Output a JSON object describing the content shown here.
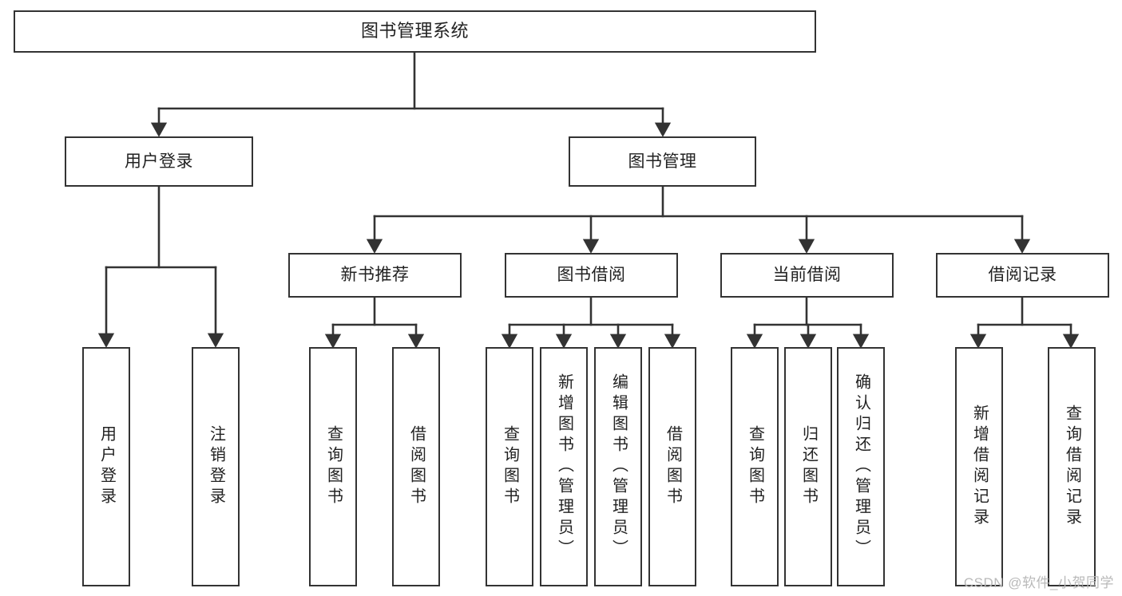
{
  "diagram": {
    "title": "图书管理系统",
    "type": "功能结构图",
    "stroke_color": "#333333",
    "background_color": "#ffffff",
    "text_color": "#222222"
  },
  "root": {
    "label": "图书管理系统"
  },
  "level2": [
    {
      "label": "用户登录"
    },
    {
      "label": "图书管理"
    }
  ],
  "level3": [
    {
      "label": "新书推荐"
    },
    {
      "label": "图书借阅"
    },
    {
      "label": "当前借阅"
    },
    {
      "label": "借阅记录"
    }
  ],
  "leaves": {
    "user_login": [
      {
        "label": "用户登录"
      },
      {
        "label": "注销登录"
      }
    ],
    "new_book": [
      {
        "label": "查询图书"
      },
      {
        "label": "借阅图书"
      }
    ],
    "book_borrow": [
      {
        "label": "查询图书"
      },
      {
        "label": "新增图书（管理员）"
      },
      {
        "label": "编辑图书（管理员）"
      },
      {
        "label": "借阅图书"
      }
    ],
    "current_borrow": [
      {
        "label": "查询图书"
      },
      {
        "label": "归还图书"
      },
      {
        "label": "确认归还（管理员）"
      }
    ],
    "borrow_record": [
      {
        "label": "新增借阅记录"
      },
      {
        "label": "查询借阅记录"
      }
    ]
  },
  "watermark": {
    "text": "CSDN @软件_小贺同学"
  }
}
